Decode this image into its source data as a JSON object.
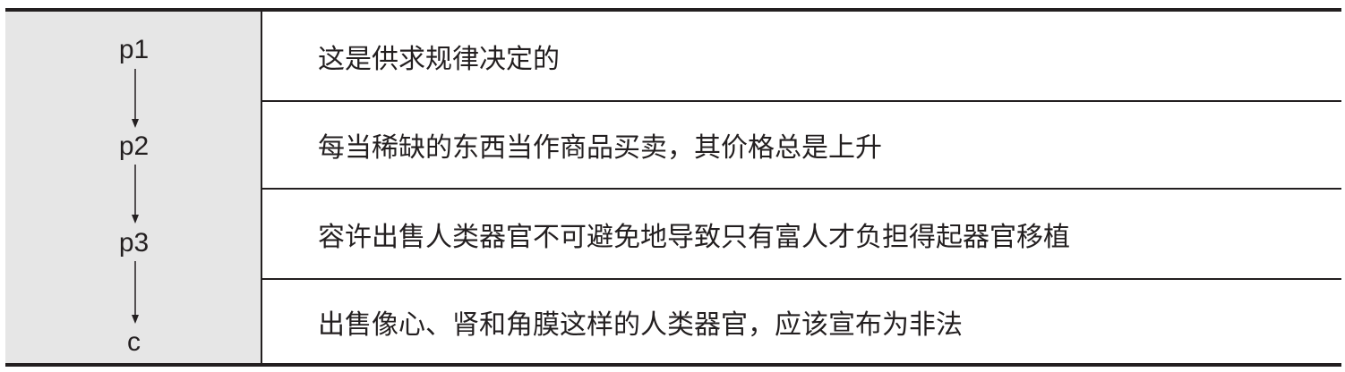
{
  "steps": [
    {
      "label": "p1",
      "text": "这是供求规律决定的"
    },
    {
      "label": "p2",
      "text": "每当稀缺的东西当作商品买卖，其价格总是上升"
    },
    {
      "label": "p3",
      "text": "容许出售人类器官不可避免地导致只有富人才负担得起器官移植"
    },
    {
      "label": "c",
      "text": "出售像心、肾和角膜这样的人类器官，应该宣布为非法"
    }
  ],
  "colors": {
    "ink": "#231f20",
    "panel": "#e6e6e6"
  }
}
